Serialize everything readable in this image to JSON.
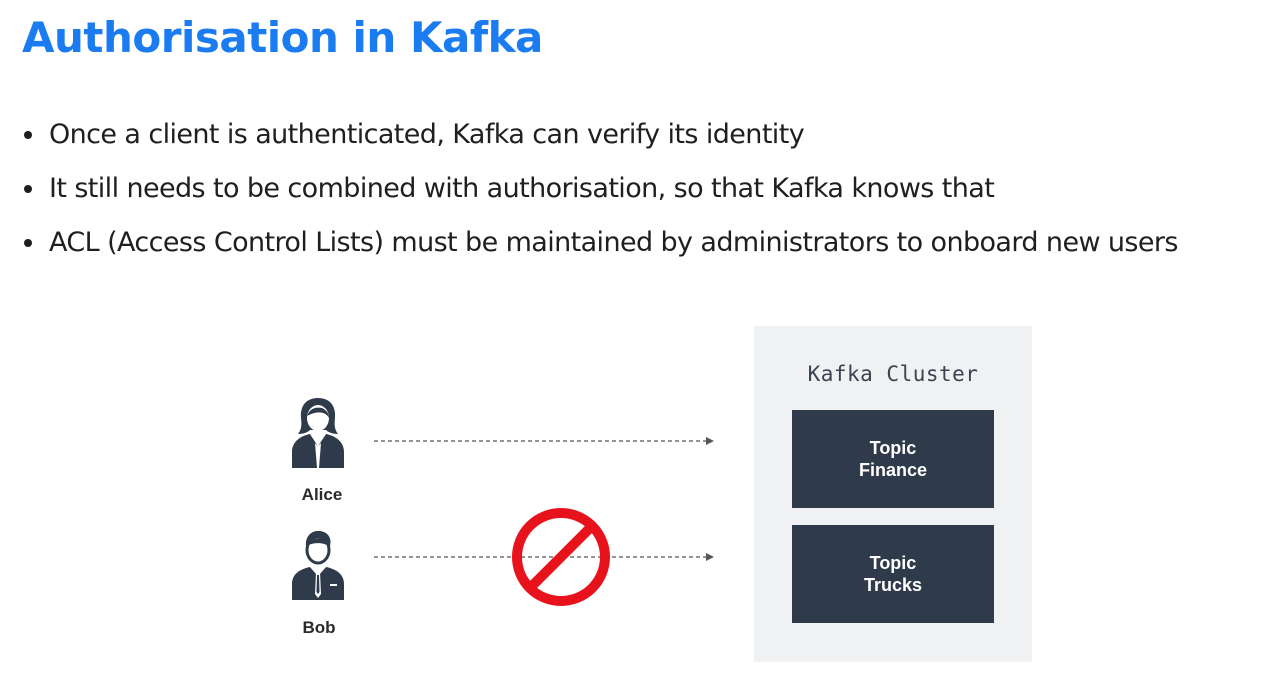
{
  "title": "Authorisation in Kafka",
  "bullets": [
    "Once a client is authenticated, Kafka can verify its identity",
    "It still needs to be combined with authorisation, so that Kafka knows that",
    "ACL (Access Control Lists) must be maintained by administrators to onboard new users"
  ],
  "diagram": {
    "users": [
      {
        "name": "Alice",
        "icon": "businesswoman-icon",
        "access": "allowed"
      },
      {
        "name": "Bob",
        "icon": "businessman-icon",
        "access": "denied"
      }
    ],
    "cluster": {
      "label": "Kafka Cluster",
      "topics": [
        {
          "line1": "Topic",
          "line2": "Finance"
        },
        {
          "line1": "Topic",
          "line2": "Trucks"
        }
      ]
    },
    "deny_icon": "no-entry-icon",
    "colors": {
      "title": "#1a7cf0",
      "topic_box": "#2f3a4a",
      "cluster_bg": "#f0f1f3",
      "deny": "#e8121c",
      "arrow": "#555555"
    }
  }
}
